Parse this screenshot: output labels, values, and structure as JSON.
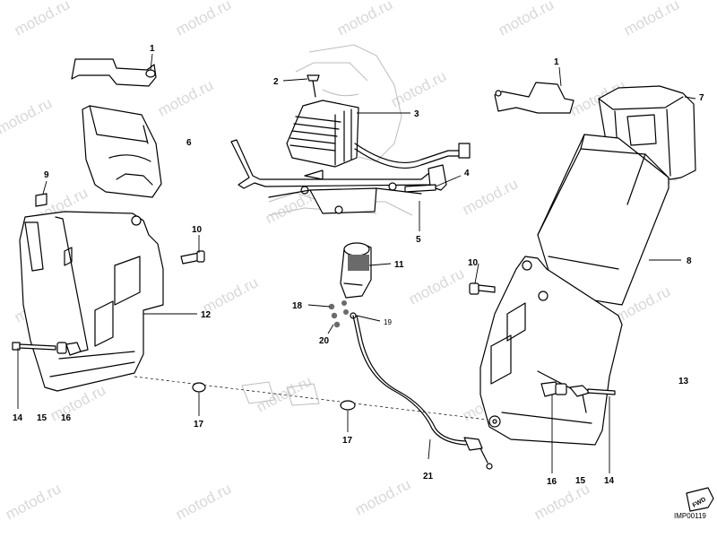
{
  "diagram": {
    "watermark_text": "motod.ru",
    "drawing_code": "IMP00119",
    "fwd_label": "FWD",
    "callouts": {
      "c1a": "1",
      "c1b": "1",
      "c2": "2",
      "c3": "3",
      "c4": "4",
      "c5": "5",
      "c6": "6",
      "c7": "7",
      "c8": "8",
      "c9": "9",
      "c10a": "10",
      "c10b": "10",
      "c11": "11",
      "c12": "12",
      "c13": "13",
      "c14a": "14",
      "c14b": "14",
      "c15a": "15",
      "c15b": "15",
      "c16a": "16",
      "c16b": "16",
      "c17a": "17",
      "c17b": "17",
      "c18": "18",
      "c19": "19",
      "c20": "20",
      "c21": "21"
    }
  }
}
